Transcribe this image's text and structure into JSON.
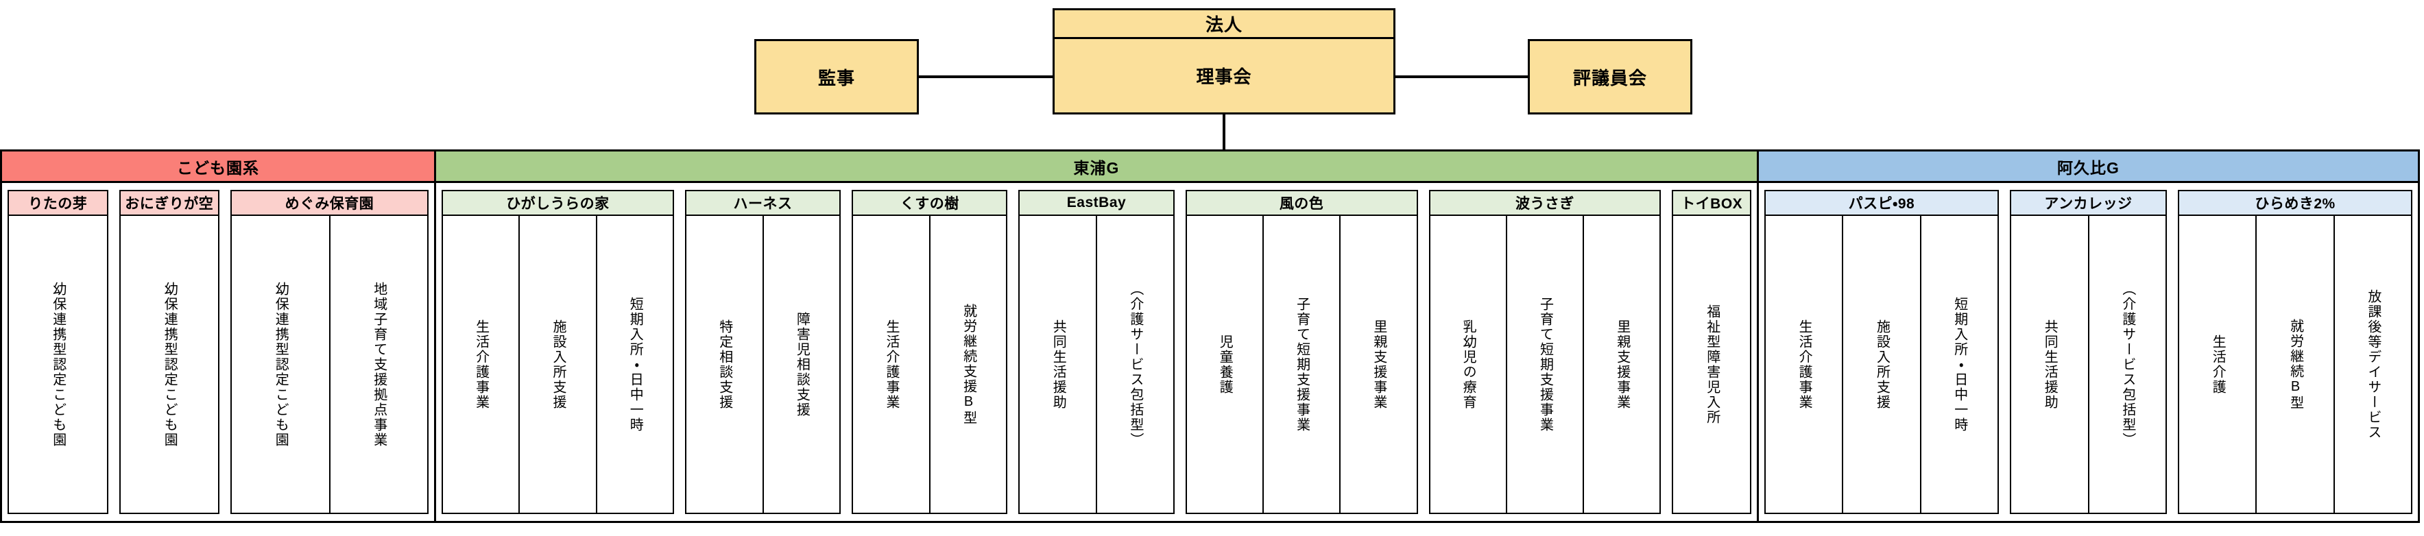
{
  "governance": {
    "auditor": {
      "label": "監事"
    },
    "corporation": {
      "title": "法人",
      "body": "理事会"
    },
    "council": {
      "label": "評議員会"
    }
  },
  "sections": [
    {
      "id": "kodomoen",
      "name": "こども園系",
      "color": "#FA7F78",
      "units": [
        {
          "name": "りたの芽",
          "services": [
            "幼保連携型認定こども園"
          ]
        },
        {
          "name": "おにぎりが空",
          "services": [
            "幼保連携型認定こども園"
          ]
        },
        {
          "name": "めぐみ保育園",
          "services": [
            "幼保連携型認定こども園",
            "地域子育て支援拠点事業"
          ]
        }
      ]
    },
    {
      "id": "higashiura",
      "name": "東浦G",
      "color": "#A9CE8C",
      "units": [
        {
          "name": "ひがしうらの家",
          "services": [
            "生活介護事業",
            "施設入所支援",
            "短期入所・日中一時"
          ]
        },
        {
          "name": "ハーネス",
          "services": [
            "特定相談支援",
            "障害児相談支援"
          ]
        },
        {
          "name": "くすの樹",
          "services": [
            "生活介護事業",
            "就労継続支援B型"
          ]
        },
        {
          "name": "EastBay",
          "services": [
            "共同生活援助",
            "（介護サービス包括型）"
          ]
        },
        {
          "name": "風の色",
          "services": [
            "児童養護",
            "子育て短期支援事業",
            "里親支援事業"
          ]
        },
        {
          "name": "波うさぎ",
          "services": [
            "乳幼児の療育",
            "子育て短期支援事業",
            "里親支援事業"
          ]
        },
        {
          "name": "トイBOX",
          "services": [
            "福祉型障害児入所"
          ]
        }
      ]
    },
    {
      "id": "agui",
      "name": "阿久比G",
      "color": "#9DC3E6",
      "units": [
        {
          "name": "パスピ・98",
          "services": [
            "生活介護事業",
            "施設入所支援",
            "短期入所・日中一時"
          ]
        },
        {
          "name": "アンカレッジ",
          "services": [
            "共同生活援助",
            "（介護サービス包括型）"
          ]
        },
        {
          "name": "ひらめき2%",
          "services": [
            "生活介護",
            "就労継続B型",
            "放課後等デイサービス"
          ]
        }
      ]
    }
  ]
}
